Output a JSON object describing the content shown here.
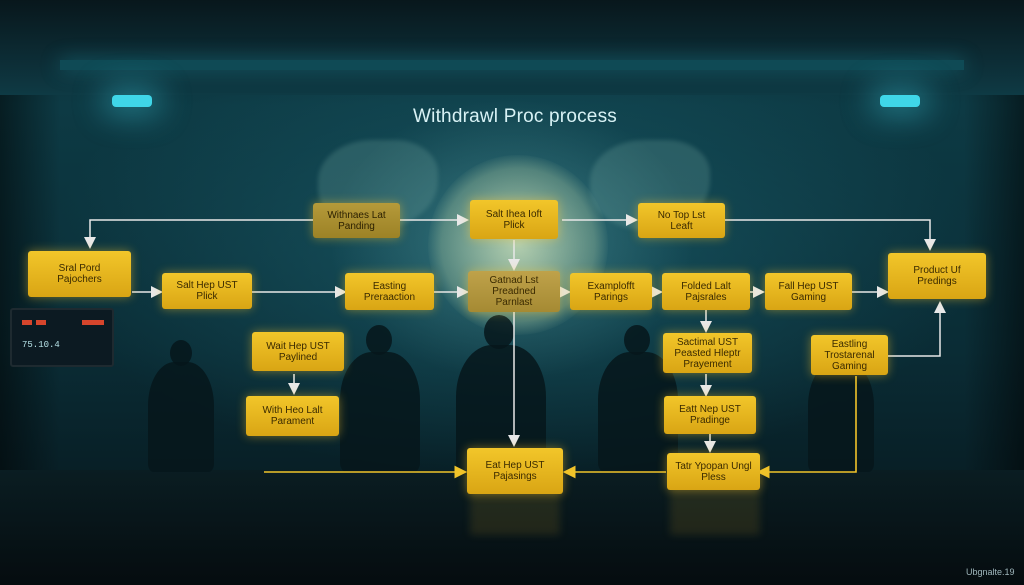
{
  "title": "Withdrawl Proc process",
  "watermark": "Ubgnalte.19",
  "monitor": {
    "reading": "75.10.4"
  },
  "nodes": {
    "top_left": "Withnaes Lat\nPanding",
    "top_center": "Salt Ihea Ioft\nPlick",
    "top_right": "No Top Lst\nLeaft",
    "far_left": "Sral Pord\nPajochers",
    "left_mid": "Salt Hep UST\nPlick",
    "eating": "Easting\nPreraaction",
    "center": "Gatnad Lst\nPreadned\nParnlast",
    "examp": "Examplofft\nParings",
    "folded": "Folded Lalt\nPajsrales",
    "fall": "Fall Hep UST\nGaming",
    "product": "Product Uf\nPredings",
    "wait_left": "Wait Hep UST\nPaylined",
    "with_left": "With Heo Lalt\nParament",
    "sactimal": "Sactimal UST\nPeasted Hleptr\nPrayement",
    "eastling_r": "Eastling\nTrostarenal\nGaming",
    "eatt_right": "Eatt Nep UST\nPradinge",
    "bottom_center": "Eat Hep UST\nPajasings",
    "bottom_right": "Tatr Ypopan Ungl\nPless"
  }
}
